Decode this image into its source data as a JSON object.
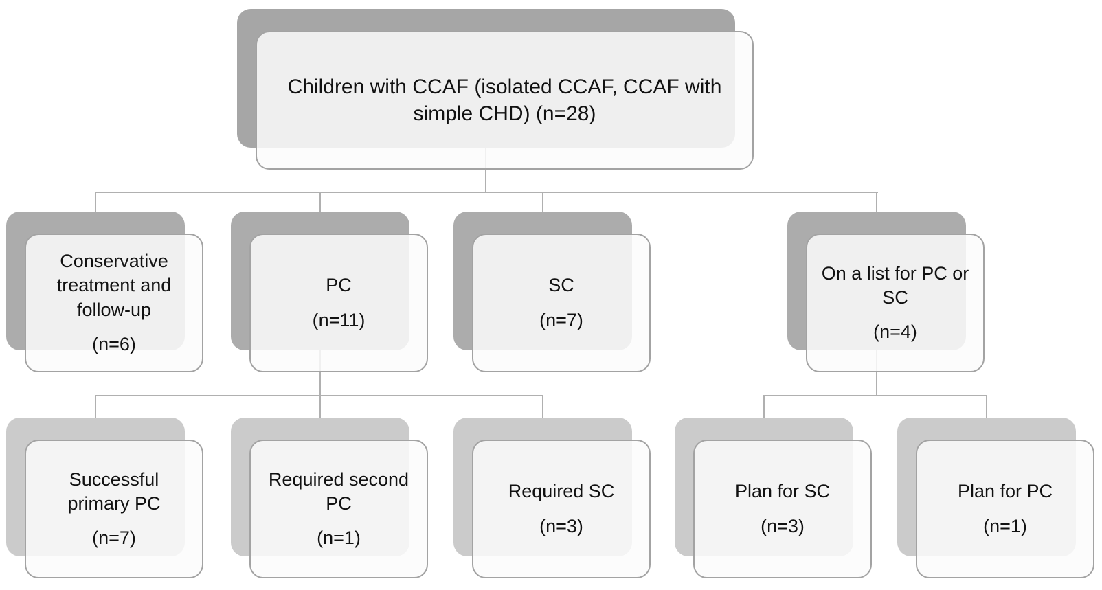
{
  "diagram": {
    "type": "flowchart",
    "background_color": "#ffffff",
    "connector_color": "#b0b0b0",
    "shadow_colors": {
      "level1": "#a6a6a6",
      "level2": "#acacac",
      "level3": "#cbcbcb"
    },
    "card_color": "#f7f7f7",
    "card_border_color": "#a3a3a3",
    "nodes": {
      "root": {
        "label": "Children with CCAF (isolated CCAF, CCAF with\nsimple CHD) (n=28)"
      },
      "conservative": {
        "label": "Conservative\ntreatment and\nfollow-up",
        "count": "(n=6)"
      },
      "pc": {
        "label": "PC",
        "count": "(n=11)"
      },
      "sc": {
        "label": "SC",
        "count": "(n=7)"
      },
      "waitlist": {
        "label": "On a list for PC or\nSC",
        "count": "(n=4)"
      },
      "successful_primary_pc": {
        "label": "Successful\nprimary PC",
        "count": "(n=7)"
      },
      "required_second_pc": {
        "label": "Required second\nPC",
        "count": "(n=1)"
      },
      "required_sc": {
        "label": "Required SC",
        "count": "(n=3)"
      },
      "plan_for_sc": {
        "label": "Plan for SC",
        "count": "(n=3)"
      },
      "plan_for_pc": {
        "label": "Plan for PC",
        "count": "(n=1)"
      }
    },
    "edges": [
      "root -> conservative",
      "root -> pc",
      "root -> sc",
      "root -> waitlist",
      "pc -> successful_primary_pc",
      "pc -> required_second_pc",
      "pc -> required_sc",
      "waitlist -> plan_for_sc",
      "waitlist -> plan_for_pc"
    ]
  }
}
